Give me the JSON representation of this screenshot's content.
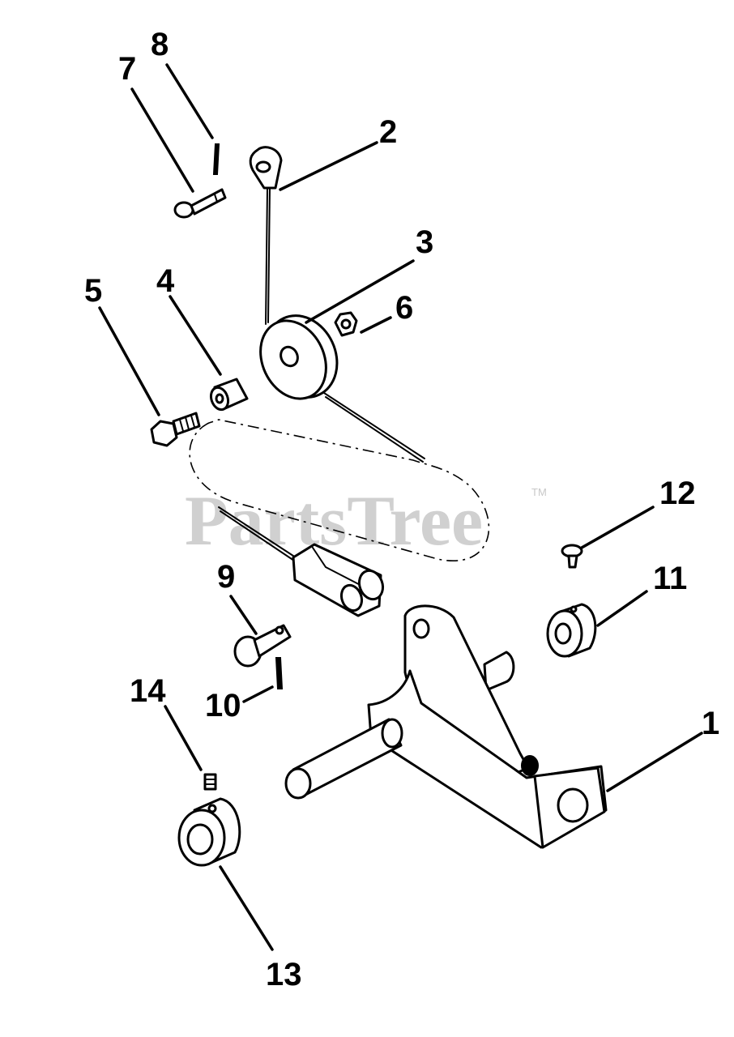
{
  "watermark": {
    "text": "PartsTree",
    "trademark": "TM"
  },
  "callouts": [
    {
      "part": "bracket",
      "label": "1"
    },
    {
      "part": "cable-end",
      "label": "2"
    },
    {
      "part": "pulley",
      "label": "3"
    },
    {
      "part": "spacer",
      "label": "4"
    },
    {
      "part": "hex-bolt",
      "label": "5"
    },
    {
      "part": "nut",
      "label": "6"
    },
    {
      "part": "clevis-pin-upper",
      "label": "7"
    },
    {
      "part": "cotter-pin-upper",
      "label": "8"
    },
    {
      "part": "clevis-pin-lower",
      "label": "9"
    },
    {
      "part": "cotter-pin-lower",
      "label": "10"
    },
    {
      "part": "collar-small",
      "label": "11"
    },
    {
      "part": "screw-small",
      "label": "12"
    },
    {
      "part": "collar-large",
      "label": "13"
    },
    {
      "part": "set-screw",
      "label": "14"
    }
  ]
}
